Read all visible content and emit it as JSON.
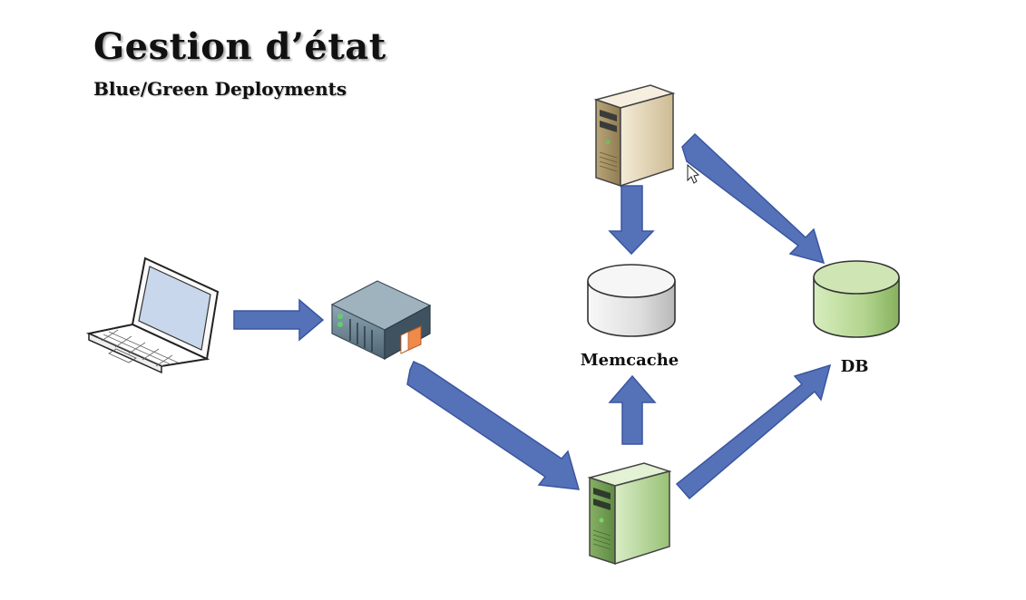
{
  "header": {
    "title": "Gestion d’état",
    "subtitle": "Blue/Green Deployments"
  },
  "nodes": {
    "memcache_label": "Memcache",
    "db_label": "DB"
  },
  "colors": {
    "arrow": "#5572b8",
    "arrow_stroke": "#3a55a0",
    "green_node": "#b5d69a",
    "beige_node": "#e8dcc0",
    "memcache": "#e6e6e6"
  },
  "icons": [
    "laptop-icon",
    "load-balancer-icon",
    "server-icon",
    "database-icon",
    "mouse-cursor-icon"
  ]
}
